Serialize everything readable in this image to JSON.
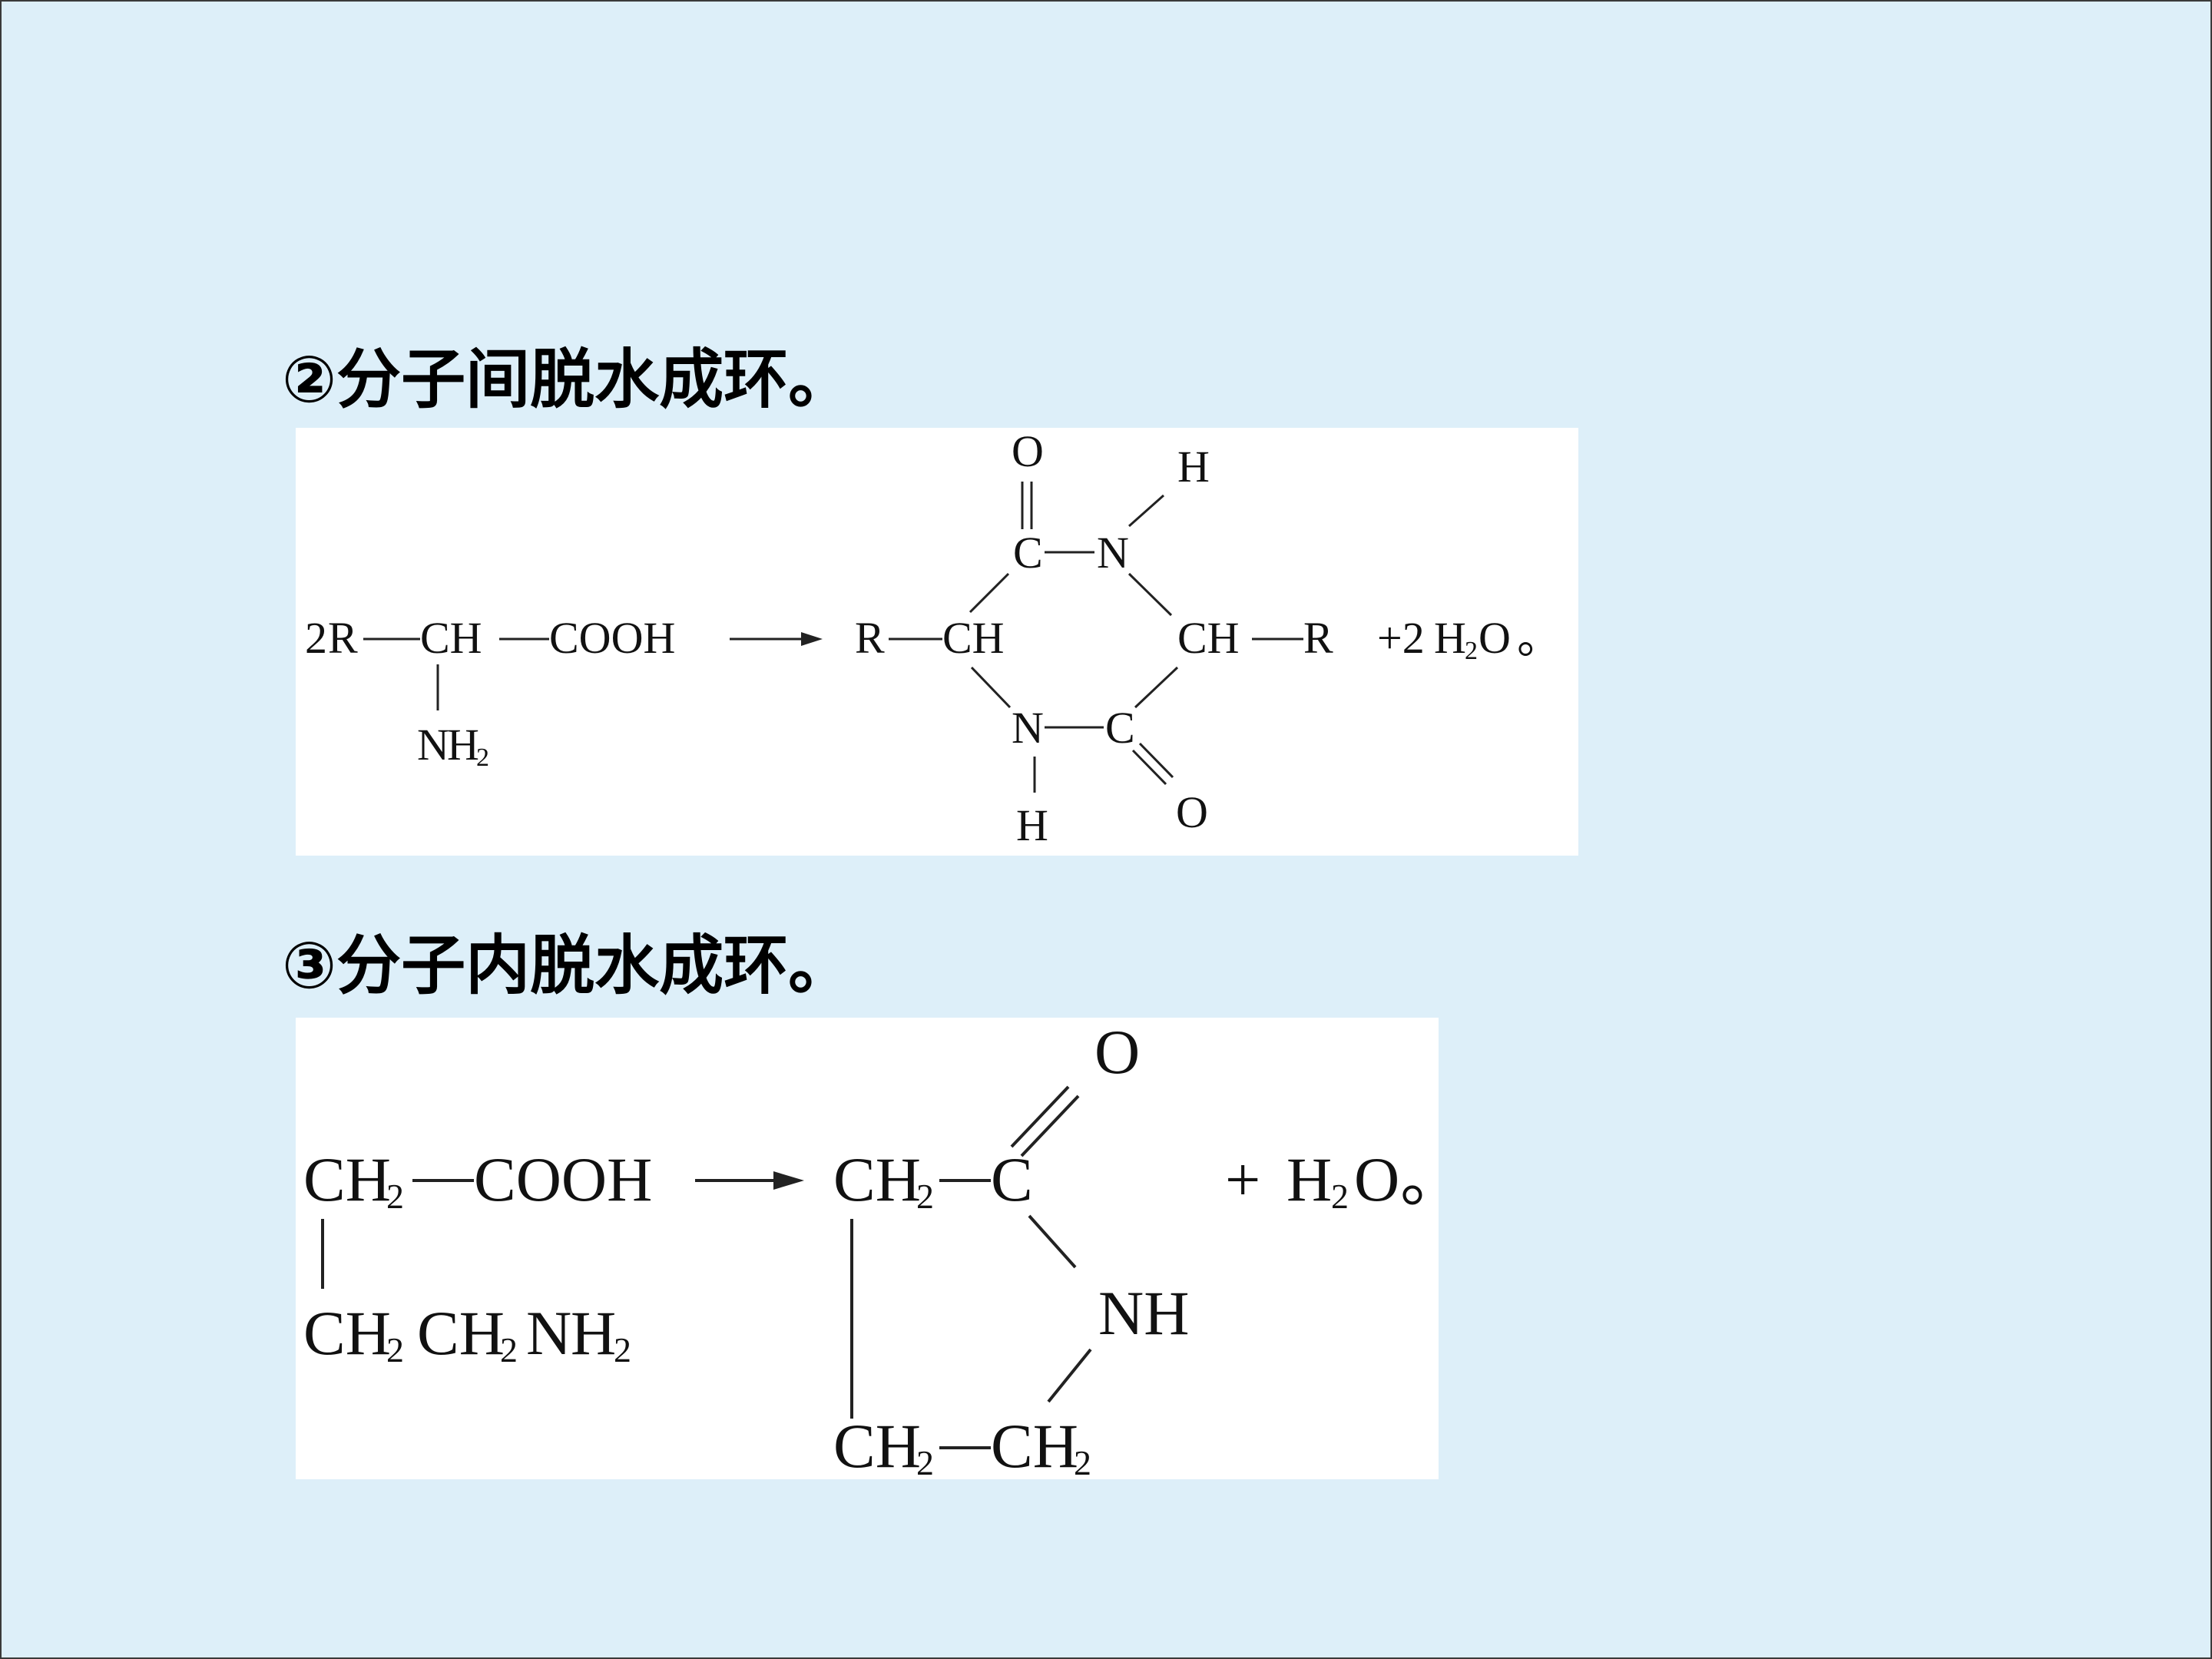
{
  "headings": {
    "intermolecular": "②分子间脱水成环。",
    "intramolecular": "③分子内脱水成环。"
  },
  "reaction1": {
    "coefficient": "2",
    "R": "R",
    "CH": "CH",
    "COOH": "COOH",
    "N": "N",
    "H": "H",
    "sub2": "2",
    "C": "C",
    "O": "O",
    "plus_coefficient": "+2",
    "H2O_O": "O",
    "end": "。"
  },
  "reaction2": {
    "CH": "CH",
    "sub2": "2",
    "COOH": "COOH",
    "NH": "NH",
    "N": "N",
    "H": "H",
    "C": "C",
    "O": "O",
    "plus": "+",
    "H2O_O": "O",
    "end": "。"
  },
  "colors": {
    "background": "#ddeff9",
    "panel": "#ffffff",
    "text": "#111111",
    "border": "#3a3a3a"
  }
}
